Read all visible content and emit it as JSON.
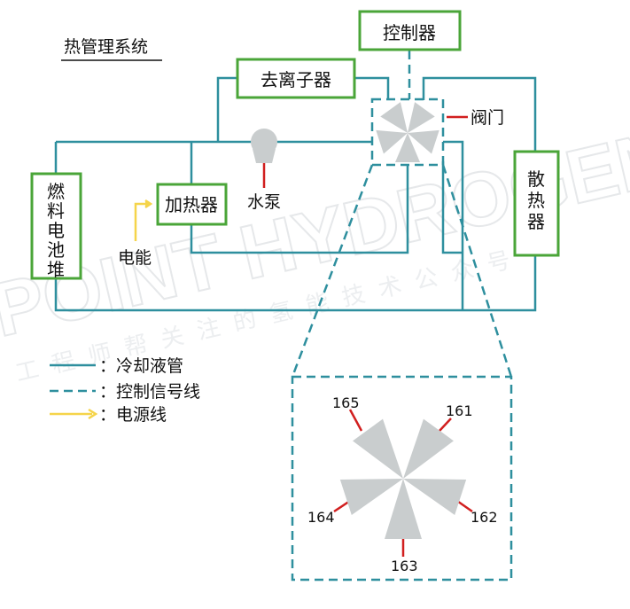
{
  "title": "热管理系统",
  "components": {
    "controller": "控制器",
    "deionizer": "去离子器",
    "valve": "阀门",
    "fuel_cell": [
      "燃",
      "料",
      "电",
      "池",
      "堆"
    ],
    "heater": "加热器",
    "pump": "水泵",
    "radiator": [
      "散",
      "热",
      "器"
    ],
    "power": "电能"
  },
  "valve_ports": [
    "161",
    "162",
    "163",
    "164",
    "165"
  ],
  "legend": [
    {
      "style": "solid",
      "label": "：冷却液管"
    },
    {
      "style": "dashed",
      "label": "：控制信号线"
    },
    {
      "style": "arrow",
      "label": "：电源线"
    }
  ],
  "watermark": {
    "main": "POINT HYDROGEN",
    "sub": "工程师帮关注的氢能技术公众号"
  },
  "colors": {
    "pipe": "#2e8f9e",
    "box_border": "#4aa538",
    "power": "#f5d44a",
    "valve": "#c9cdce",
    "marker": "#d11f1f"
  }
}
